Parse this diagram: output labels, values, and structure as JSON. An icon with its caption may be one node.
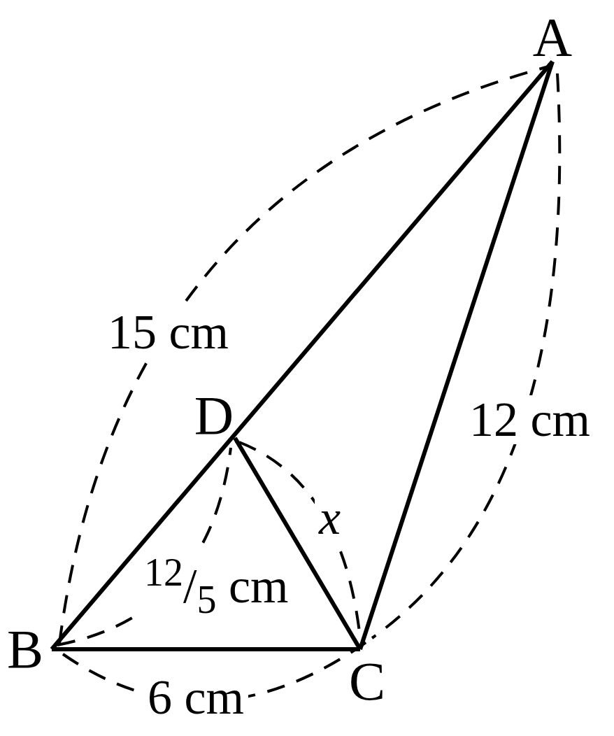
{
  "diagram": {
    "nodes": [
      {
        "text": [
          "A"
        ]
      },
      {
        "text": [
          "B"
        ]
      },
      {
        "text": [
          "C"
        ]
      },
      {
        "text": [
          "D"
        ]
      }
    ],
    "edges": [
      {
        "from": 1,
        "to": 0,
        "arrow": "to"
      },
      {
        "from": 0,
        "to": 2,
        "arrow": "to"
      },
      {
        "from": 2,
        "to": 1,
        "arrow": "to"
      },
      {
        "from": 2,
        "to": 3,
        "arrow": "to"
      }
    ],
    "labels": [
      "15 cm",
      "12 cm",
      "x",
      "$^{12}$/$_{5}$ cm",
      "6 cm"
    ]
  }
}
